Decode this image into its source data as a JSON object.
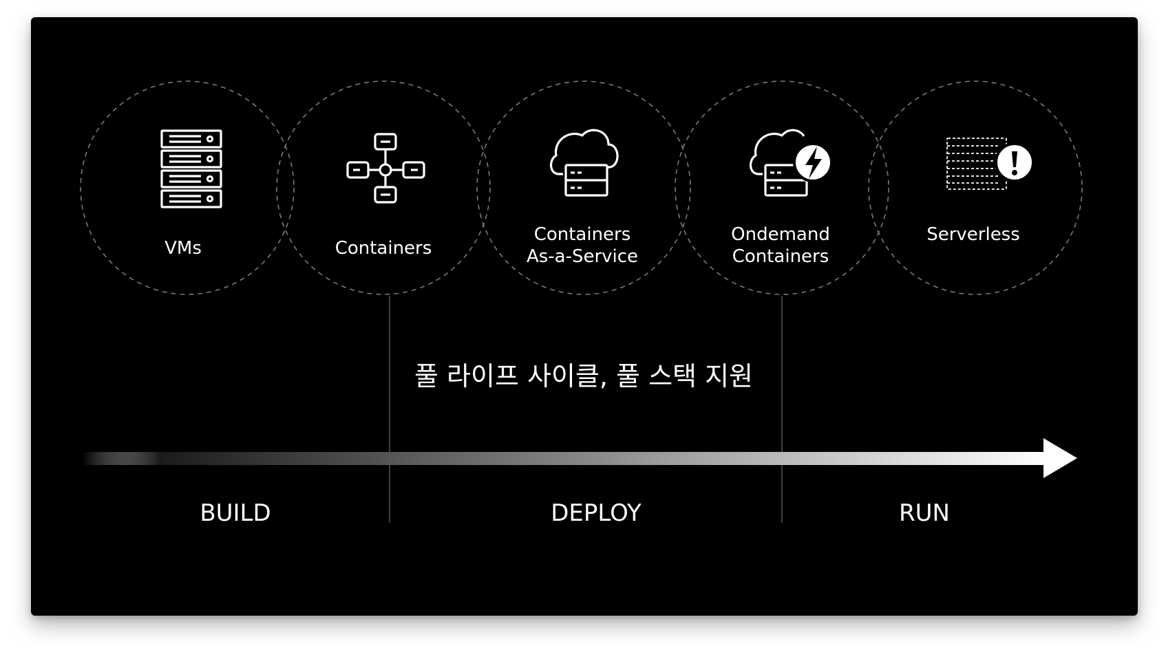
{
  "stages": [
    {
      "label_lines": [
        "VMs"
      ],
      "icon": "server-rack-icon"
    },
    {
      "label_lines": [
        "Containers"
      ],
      "icon": "container-network-icon"
    },
    {
      "label_lines": [
        "Containers",
        "As-a-Service"
      ],
      "icon": "cloud-container-icon"
    },
    {
      "label_lines": [
        "Ondemand",
        "Containers"
      ],
      "icon": "cloud-container-lightning-icon"
    },
    {
      "label_lines": [
        "Serverless"
      ],
      "icon": "serverless-alert-icon"
    }
  ],
  "caption": "풀 라이프 사이클, 풀 스택 지원",
  "phases": [
    "BUILD",
    "DEPLOY",
    "RUN"
  ],
  "colors": {
    "background": "#000000",
    "foreground": "#ffffff",
    "dashed_circle": "#7a7a7a",
    "divider": "#6a6a6a"
  }
}
